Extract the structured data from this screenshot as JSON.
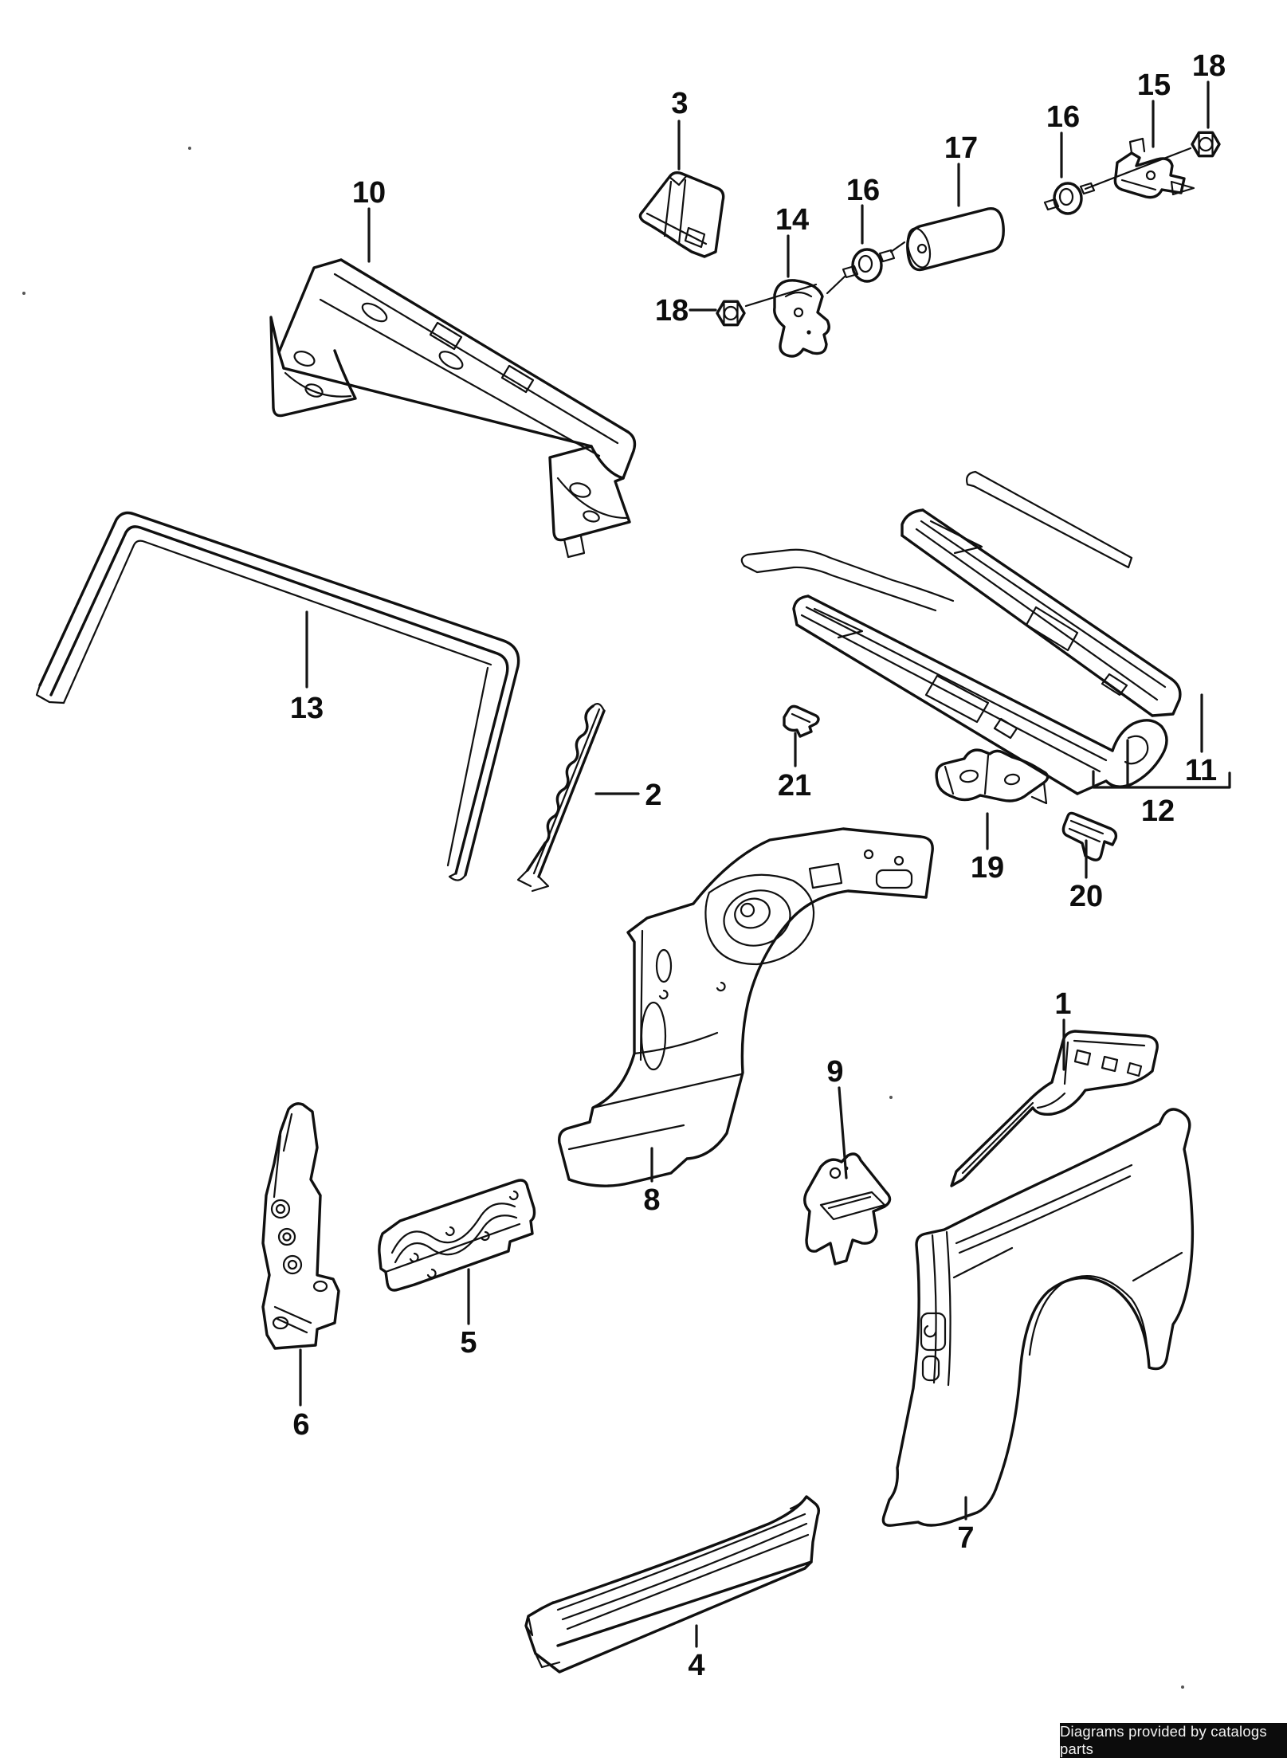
{
  "diagram": {
    "kind": "exploded-parts-line-drawing",
    "background_color": "#ffffff",
    "line_color": "#101010",
    "label_color": "#0d0d0d"
  },
  "callouts": [
    {
      "text": "3"
    },
    {
      "text": "10"
    },
    {
      "text": "14"
    },
    {
      "text": "16"
    },
    {
      "text": "17"
    },
    {
      "text": "16"
    },
    {
      "text": "15"
    },
    {
      "text": "18"
    },
    {
      "text": "18"
    },
    {
      "text": "13"
    },
    {
      "text": "2"
    },
    {
      "text": "21"
    },
    {
      "text": "11"
    },
    {
      "text": "12"
    },
    {
      "text": "19"
    },
    {
      "text": "20"
    },
    {
      "text": "1"
    },
    {
      "text": "9"
    },
    {
      "text": "8"
    },
    {
      "text": "5"
    },
    {
      "text": "6"
    },
    {
      "text": "7"
    },
    {
      "text": "4"
    }
  ],
  "badge": {
    "text": "Diagrams provided by catalogs parts",
    "bg": "#0c0c0c",
    "fg": "#f2f2f2"
  }
}
